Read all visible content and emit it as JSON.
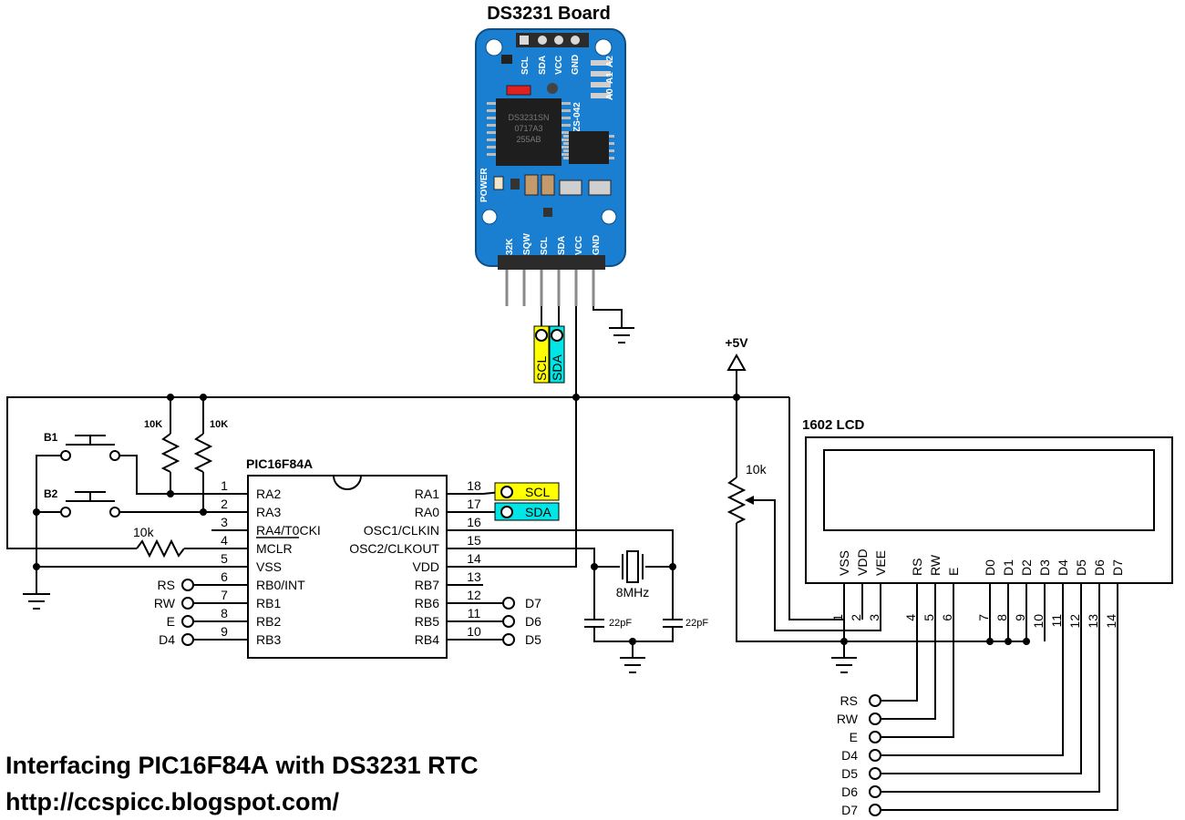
{
  "module": {
    "title": "DS3231 Board",
    "top_pins": [
      "SCL",
      "SDA",
      "VCC",
      "GND"
    ],
    "address_pins": [
      "A0",
      "A1",
      "A2"
    ],
    "chip_large_text": [
      "DS3231SN",
      "0717A3",
      "255AB"
    ],
    "board_id": "ZS-042",
    "power_label": "POWER",
    "bottom_pins": [
      "32K",
      "SQW",
      "SCL",
      "SDA",
      "VCC",
      "GND"
    ],
    "board_color": "#1a7fd0"
  },
  "bus_tags": {
    "scl": "SCL",
    "sda": "SDA",
    "scl_color": "#ffff00",
    "sda_color": "#00e5e5"
  },
  "power": {
    "label": "+5V"
  },
  "resistors": {
    "r1": "10K",
    "r2": "10K",
    "mclr": "10k",
    "pot": "10k"
  },
  "buttons": {
    "b1": "B1",
    "b2": "B2"
  },
  "mcu": {
    "name": "PIC16F84A",
    "left_pins": [
      {
        "num": "1",
        "name": "RA2"
      },
      {
        "num": "2",
        "name": "RA3"
      },
      {
        "num": "3",
        "name": "RA4/T0CKI"
      },
      {
        "num": "4",
        "name": "MCLR"
      },
      {
        "num": "5",
        "name": "VSS"
      },
      {
        "num": "6",
        "name": "RB0/INT"
      },
      {
        "num": "7",
        "name": "RB1"
      },
      {
        "num": "8",
        "name": "RB2"
      },
      {
        "num": "9",
        "name": "RB3"
      }
    ],
    "right_pins": [
      {
        "num": "18",
        "name": "RA1"
      },
      {
        "num": "17",
        "name": "RA0"
      },
      {
        "num": "16",
        "name": "OSC1/CLKIN"
      },
      {
        "num": "15",
        "name": "OSC2/CLKOUT"
      },
      {
        "num": "14",
        "name": "VDD"
      },
      {
        "num": "13",
        "name": "RB7"
      },
      {
        "num": "12",
        "name": "RB6"
      },
      {
        "num": "11",
        "name": "RB5"
      },
      {
        "num": "10",
        "name": "RB4"
      }
    ]
  },
  "mcu_left_signals": [
    "RS",
    "RW",
    "E",
    "D4"
  ],
  "mcu_right_signals": [
    "D7",
    "D6",
    "D5"
  ],
  "crystal": {
    "freq": "8MHz",
    "cap1": "22pF",
    "cap2": "22pF"
  },
  "lcd": {
    "name": "1602 LCD",
    "pins": [
      {
        "num": "1",
        "name": "VSS"
      },
      {
        "num": "2",
        "name": "VDD"
      },
      {
        "num": "3",
        "name": "VEE"
      },
      {
        "num": "4",
        "name": "RS"
      },
      {
        "num": "5",
        "name": "RW"
      },
      {
        "num": "6",
        "name": "E"
      },
      {
        "num": "7",
        "name": "D0"
      },
      {
        "num": "8",
        "name": "D1"
      },
      {
        "num": "9",
        "name": "D2"
      },
      {
        "num": "10",
        "name": "D3"
      },
      {
        "num": "11",
        "name": "D4"
      },
      {
        "num": "12",
        "name": "D5"
      },
      {
        "num": "13",
        "name": "D6"
      },
      {
        "num": "14",
        "name": "D7"
      }
    ]
  },
  "lcd_signals": [
    "RS",
    "RW",
    "E",
    "D4",
    "D5",
    "D6",
    "D7"
  ],
  "footer": {
    "title_a": "Interfacing PIC16",
    "title_b": "F84A",
    "title_c": " with DS3231 RTC",
    "url": "http://ccspicc.blogspot.com/"
  }
}
